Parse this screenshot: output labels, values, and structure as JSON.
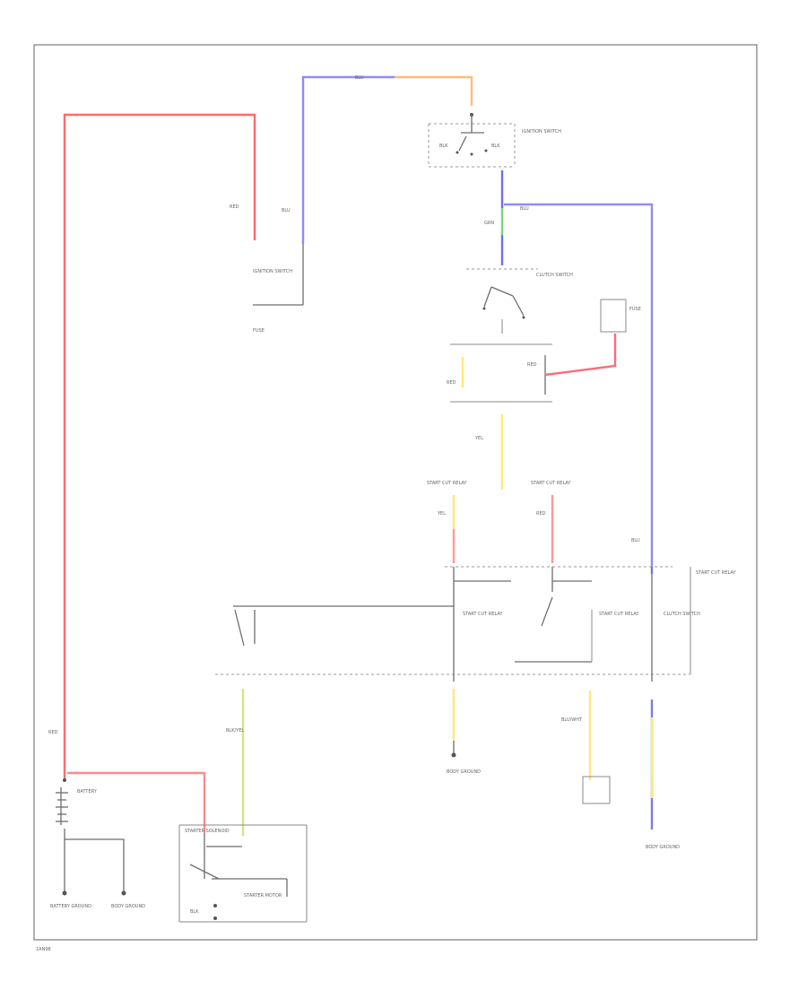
{
  "labels": {
    "wire_red": "RED",
    "wire_blu": "BLU",
    "wire_yel": "YEL",
    "wire_grn": "GRN",
    "wire_blk": "BLK",
    "wire_blk_yel": "BLK/YEL",
    "wire_blu_wht": "BLU/WHT",
    "battery": "BATTERY",
    "battery_ground": "BATTERY GROUND",
    "body_ground": "BODY GROUND",
    "starter_motor": "STARTER MOTOR",
    "starter_solenoid": "STARTER SOLENOID",
    "ignition_switch": "IGNITION SWITCH",
    "start_cut_relay": "START CUT RELAY",
    "clutch_switch": "CLUTCH SWITCH",
    "fuse": "FUSE",
    "page_code": "1AN98"
  }
}
